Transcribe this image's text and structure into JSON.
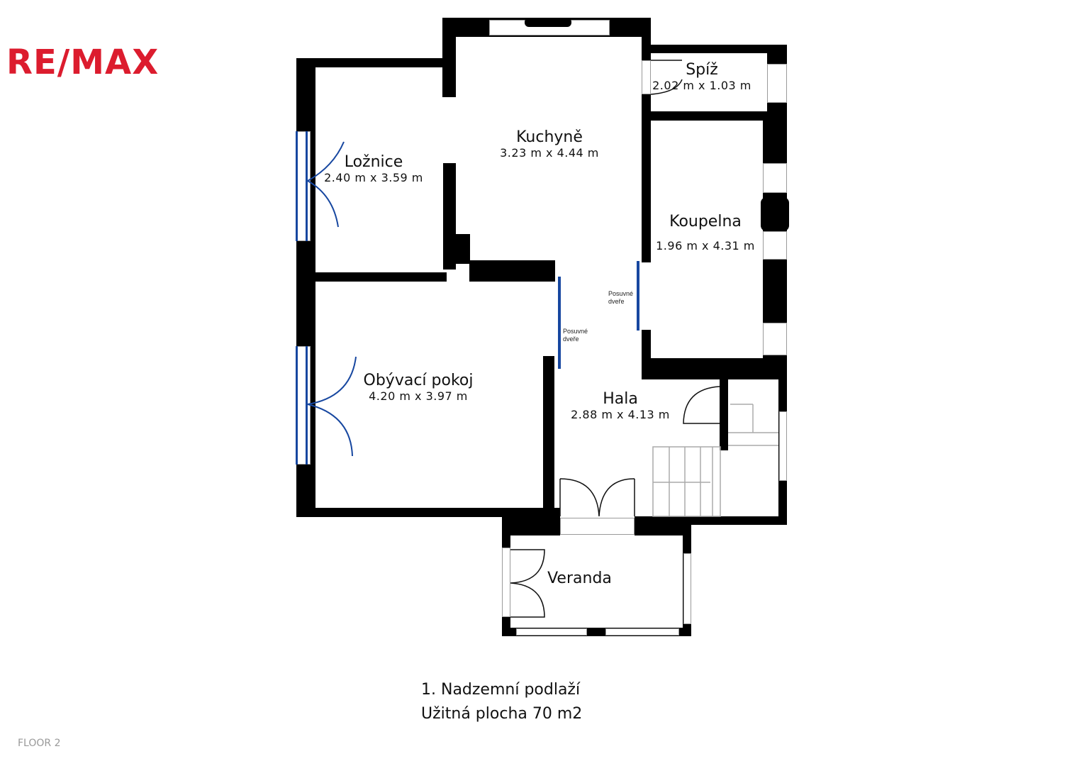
{
  "logo": {
    "text": "RE/MAX",
    "brand_color": "#dc1c2e"
  },
  "rooms": {
    "loznice": {
      "name": "Ložnice",
      "dims": "2.40 m x 3.59 m"
    },
    "kuchyne": {
      "name": "Kuchyně",
      "dims": "3.23 m x 4.44 m"
    },
    "spiz": {
      "name": "Spíž",
      "dims": "2.02 m x 1.03 m"
    },
    "koupelna": {
      "name": "Koupelna",
      "dims": "1.96 m x 4.31 m"
    },
    "obyvaci": {
      "name": "Obývací pokoj",
      "dims": "4.20 m x 3.97 m"
    },
    "hala": {
      "name": "Hala",
      "dims": "2.88 m x 4.13 m"
    },
    "veranda": {
      "name": "Veranda",
      "dims": ""
    }
  },
  "notes": {
    "sliding_door_1": {
      "line1": "Posuvné",
      "line2": "dveře"
    },
    "sliding_door_2": {
      "line1": "Posuvné",
      "line2": "dveře"
    }
  },
  "caption": {
    "line1": "1. Nadzemní podlaží",
    "line2": "Užitná plocha 70 m2"
  },
  "floor_label": "FLOOR 2",
  "colors": {
    "wall": "#000000",
    "added_door": "#1747a0"
  }
}
